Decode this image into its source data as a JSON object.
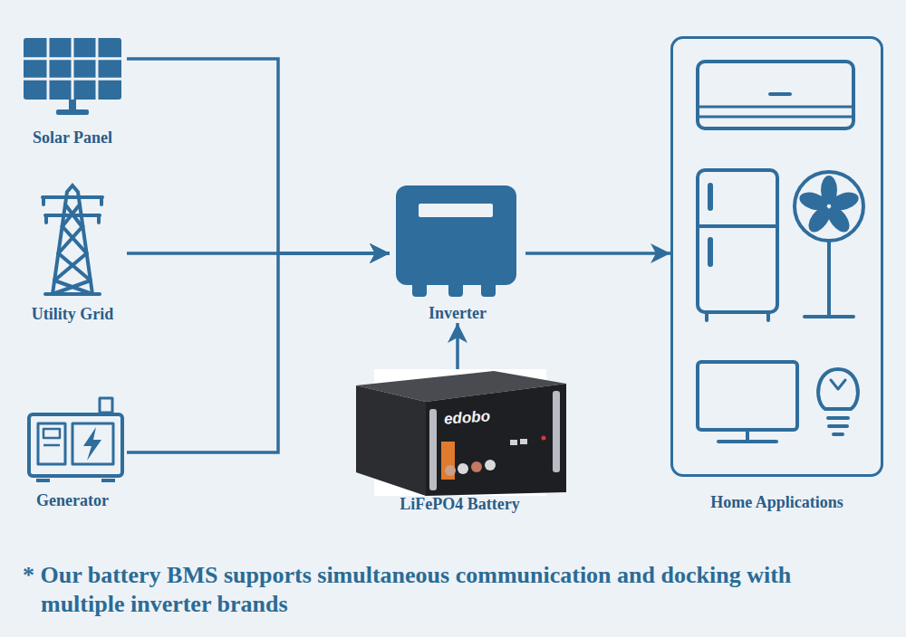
{
  "diagram": {
    "caption": "* Our battery BMS supports simultaneous communication and docking with multiple inverter brands",
    "nodes": [
      {
        "text": [
          "Solar Panel"
        ]
      },
      {
        "text": [
          "Utility Grid"
        ]
      },
      {
        "text": [
          "Generator"
        ]
      },
      {
        "text": [
          "Inverter"
        ]
      },
      {
        "text": [
          "LiFePO4 Battery"
        ]
      },
      {
        "text": [
          "Home Applications"
        ]
      }
    ],
    "edges": [
      {
        "from": 0,
        "to": 3,
        "arrow": "to"
      },
      {
        "from": 1,
        "to": 3,
        "arrow": "to"
      },
      {
        "from": 2,
        "to": 3,
        "arrow": "to"
      },
      {
        "from": 4,
        "to": 3,
        "arrow": "to"
      },
      {
        "from": 3,
        "to": 5,
        "arrow": "to"
      }
    ],
    "labels": [
      "edobo"
    ]
  }
}
